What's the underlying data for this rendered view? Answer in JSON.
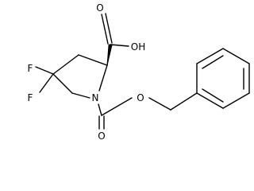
{
  "molecule": {
    "atoms": {
      "fluorine_upper": "F",
      "fluorine_lower": "F",
      "nitrogen": "N",
      "carboxyl_hydroxyl": "OH",
      "carboxyl_carbonyl_oxygen": "O",
      "carbamate_carbonyl_oxygen": "O",
      "carbamate_ester_oxygen": "O"
    },
    "colors": {
      "bond": "#000000",
      "label": "#000000",
      "background": "#ffffff"
    }
  }
}
